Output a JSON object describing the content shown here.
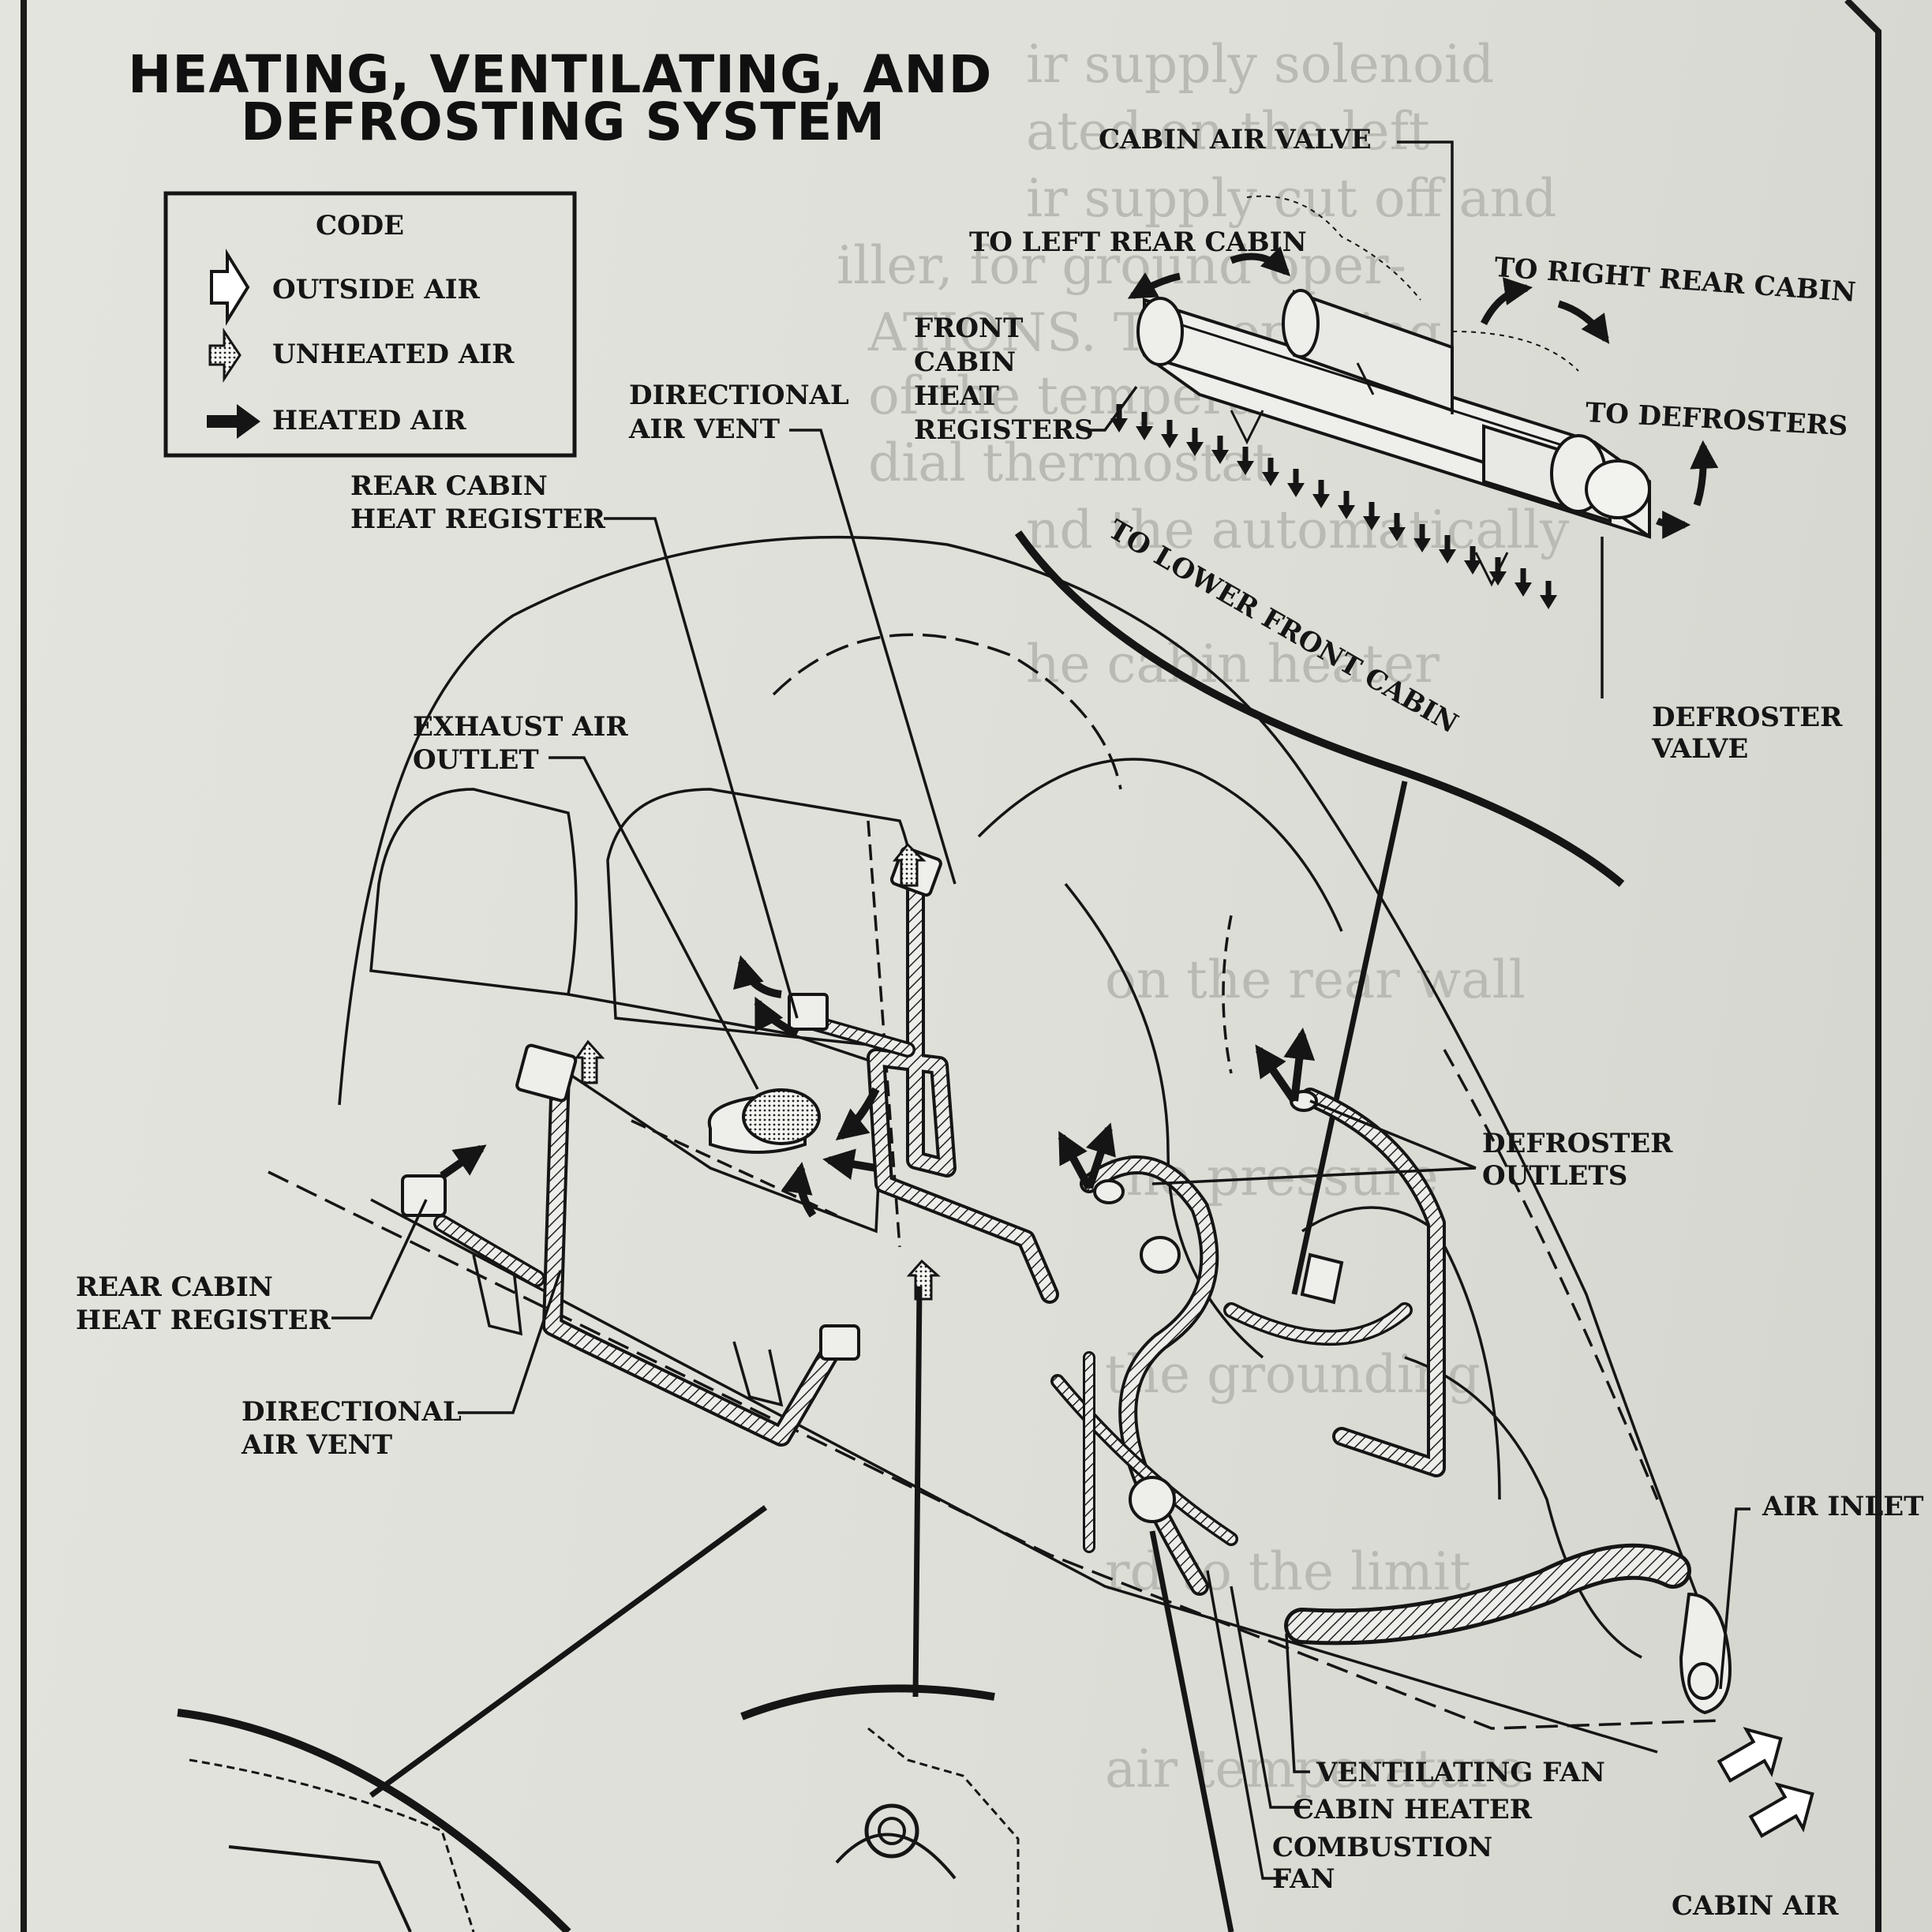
{
  "title": {
    "line1": "HEATING, VENTILATING, AND",
    "line2": "DEFROSTING SYSTEM"
  },
  "legend": {
    "heading": "CODE",
    "items": [
      {
        "label": "OUTSIDE AIR",
        "icon": "outline-arrow-icon"
      },
      {
        "label": "UNHEATED AIR",
        "icon": "dotted-arrow-icon"
      },
      {
        "label": "HEATED AIR",
        "icon": "solid-arrow-icon"
      }
    ]
  },
  "labels": {
    "cabin_air_valve": "CABIN AIR VALVE",
    "to_left_rear_cabin": "TO LEFT REAR CABIN",
    "to_right_rear_cabin": "TO RIGHT REAR CABIN",
    "front_cabin_heat_registers": [
      "FRONT",
      "CABIN",
      "HEAT",
      "REGISTERS"
    ],
    "to_defrosters": "TO DEFROSTERS",
    "to_lower_front_cabin": "TO LOWER FRONT CABIN",
    "defroster_valve": [
      "DEFROSTER",
      "VALVE"
    ],
    "directional_air_vent_top": [
      "DIRECTIONAL",
      "AIR VENT"
    ],
    "rear_cabin_heat_register_top": [
      "REAR CABIN",
      "HEAT REGISTER"
    ],
    "exhaust_air_outlet": [
      "EXHAUST AIR",
      "OUTLET"
    ],
    "defroster_outlets": [
      "DEFROSTER",
      "OUTLETS"
    ],
    "rear_cabin_heat_register_bottom": [
      "REAR CABIN",
      "HEAT REGISTER"
    ],
    "directional_air_vent_bottom": [
      "DIRECTIONAL",
      "AIR VENT"
    ],
    "air_inlet": "AIR INLET",
    "ventilating_fan": "VENTILATING FAN",
    "cabin_heater": "CABIN HEATER",
    "combustion_fan": [
      "COMBUSTION",
      "FAN"
    ],
    "cabin_air_temperature": "CABIN AIR"
  },
  "colors": {
    "paper": "#dedfd8",
    "ink": "#151515",
    "bleed": "#b9bab3"
  }
}
